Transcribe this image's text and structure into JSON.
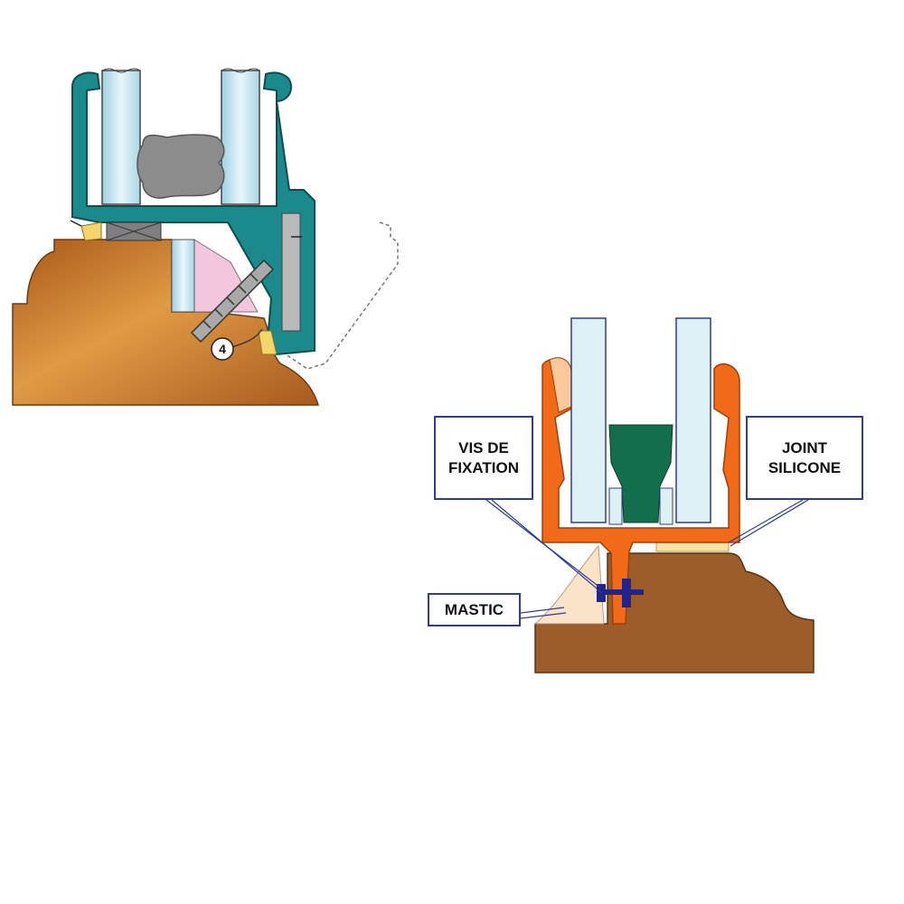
{
  "figures": [
    {
      "name": "left-cross-section",
      "marker_label": "4",
      "colors": {
        "wood": "#b8651f",
        "wood_light": "#d9913f",
        "profile": "#1a8a8c",
        "glass": "#c6e3ee",
        "spacer": "#8a8a8a",
        "pink_wedge": "#f2c6dd",
        "sealant": "#f3d56b"
      }
    },
    {
      "name": "right-cross-section",
      "colors": {
        "wood": "#9c5d2a",
        "profile": "#f06a1a",
        "glass": "#dcf0f6",
        "green_spacer": "#126e4c",
        "silicone": "#f7e3a3",
        "mastic": "#fbe3c8",
        "screw": "#23238a",
        "leader": "#2e3d8f"
      }
    }
  ],
  "callouts": {
    "vis_de_fixation": "VIS DE\nFIXATION",
    "joint_silicone": "JOINT\nSILICONE",
    "mastic": "MASTIC"
  }
}
